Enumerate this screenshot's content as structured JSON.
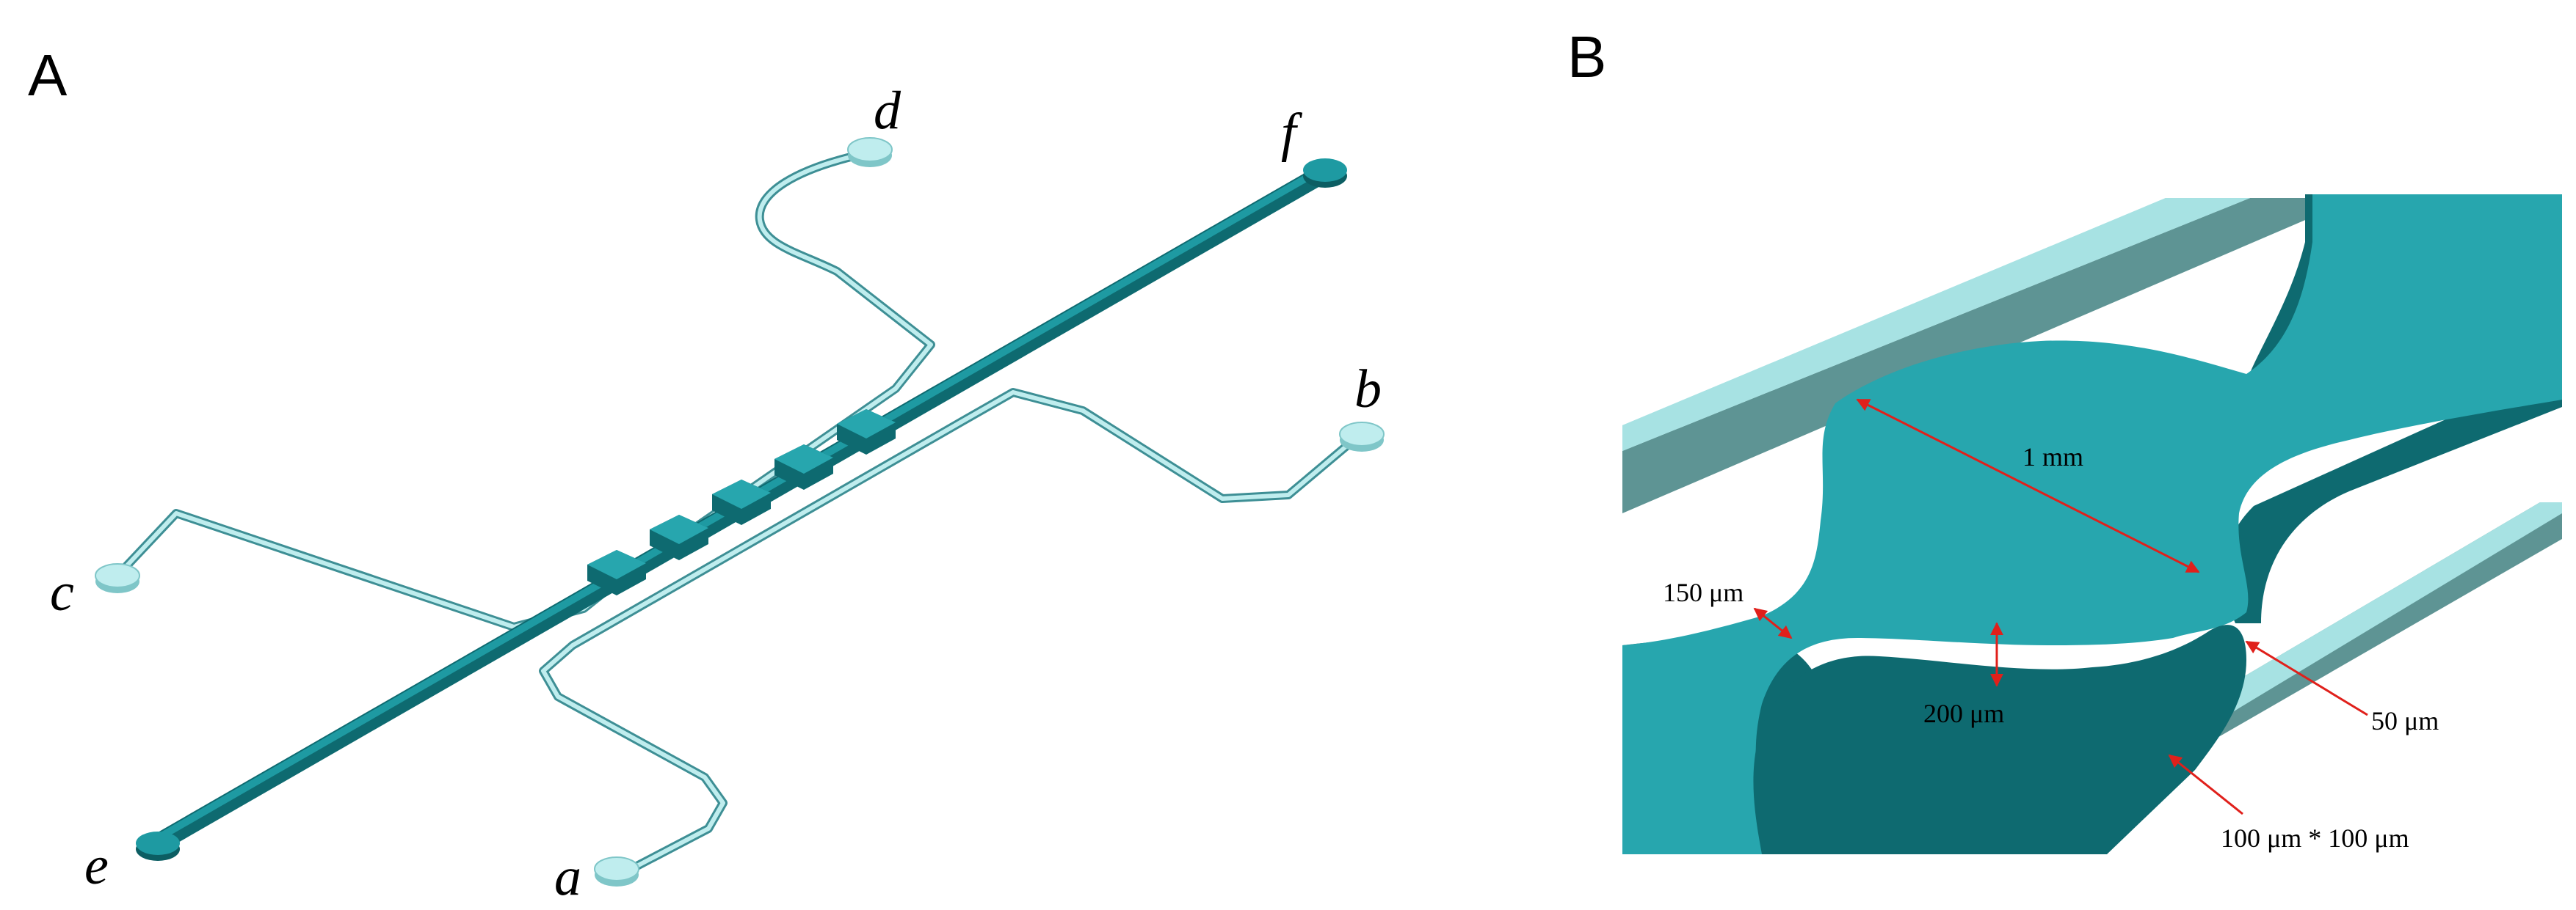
{
  "panels": {
    "a": {
      "letter": "A",
      "ports": {
        "a": "a",
        "b": "b",
        "c": "c",
        "d": "d",
        "e": "e",
        "f": "f"
      }
    },
    "b": {
      "letter": "B",
      "dimensions": {
        "chamber_diameter": "1 mm",
        "neck_width": "150 μm",
        "depth": "200 μm",
        "gap": "50 μm",
        "side_channel": "100 μm * 100 μm"
      }
    }
  },
  "colors": {
    "teal_main": "#27A6AE",
    "teal_dark": "#0E6A70",
    "teal_mid": "#1A8990",
    "side_channel_light": "#A7E2E3",
    "side_channel_dark": "#5E9494",
    "arrow": "#E0201B"
  }
}
